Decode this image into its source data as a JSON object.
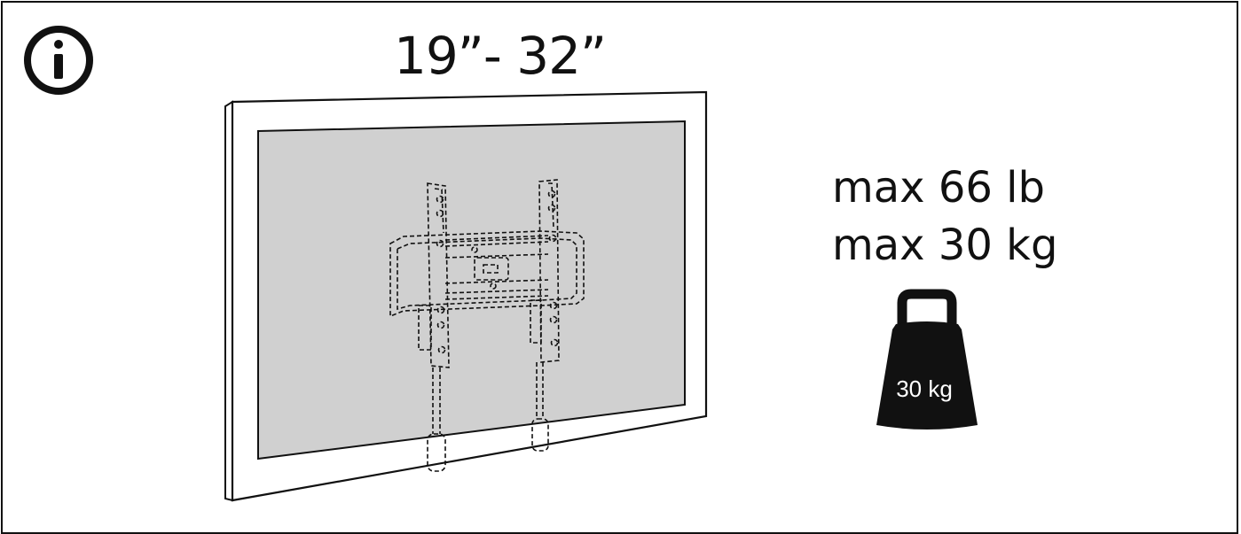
{
  "header": {
    "size_range": "19”- 32”"
  },
  "capacity": {
    "max_lb": "max 66 lb",
    "max_kg": "max 30 kg"
  },
  "weight_badge": {
    "label": "30 kg"
  },
  "icons": {
    "info": "info-icon",
    "weight": "weight-icon"
  },
  "colors": {
    "ink": "#111111",
    "screen": "#d0d0d0",
    "bezel": "#ffffff"
  }
}
